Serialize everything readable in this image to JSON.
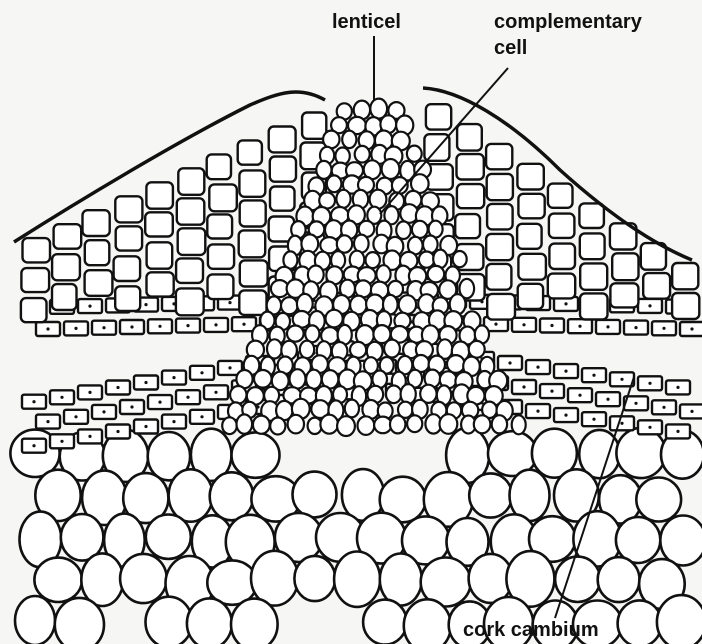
{
  "figure": {
    "labels": {
      "lenticel": "lenticel",
      "complementary_line1": "complementary",
      "complementary_line2": "cell",
      "cork_cambium": "cork cambium"
    }
  }
}
